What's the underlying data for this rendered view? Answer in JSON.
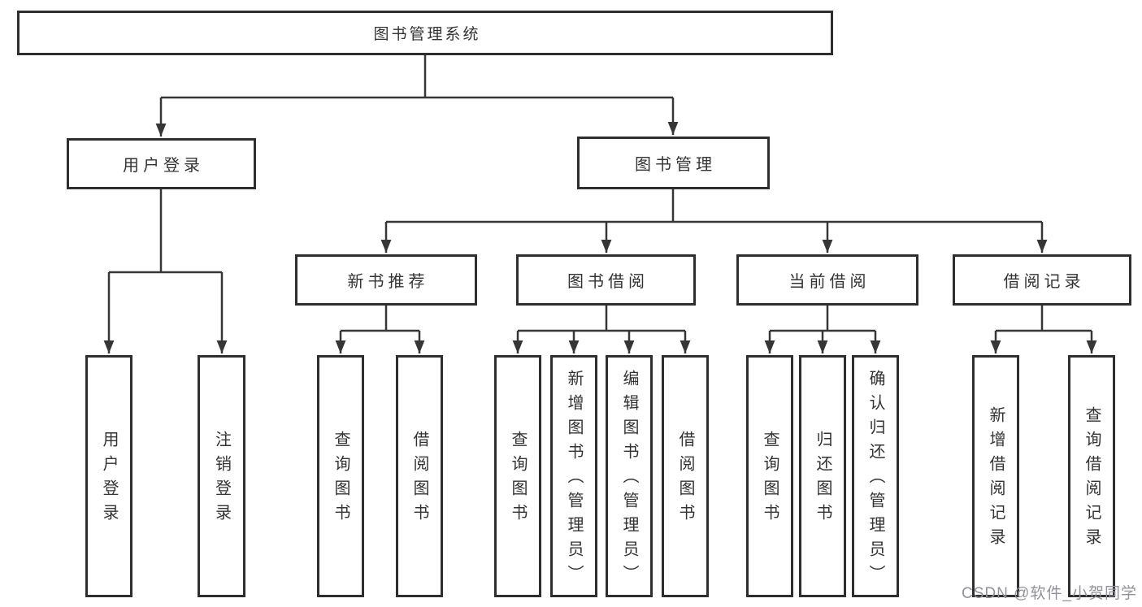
{
  "diagram_title": "图书管理系统",
  "watermark": "CSDN @软件_小贺同学",
  "colors": {
    "line": "#363636",
    "box_border": "#2e2e2e",
    "text": "#333333",
    "watermark_text": "#92929b",
    "background": "#ffffff"
  },
  "tree": {
    "root": {
      "label": "图书管理系统",
      "children": [
        {
          "label": "用户登录",
          "children": [
            {
              "label": "用户登录"
            },
            {
              "label": "注销登录"
            }
          ]
        },
        {
          "label": "图书管理",
          "children": [
            {
              "label": "新书推荐",
              "children": [
                {
                  "label": "查询图书"
                },
                {
                  "label": "借阅图书"
                }
              ]
            },
            {
              "label": "图书借阅",
              "children": [
                {
                  "label": "查询图书"
                },
                {
                  "label": "新增图书（管理员）"
                },
                {
                  "label": "编辑图书（管理员）"
                },
                {
                  "label": "借阅图书"
                }
              ]
            },
            {
              "label": "当前借阅",
              "children": [
                {
                  "label": "查询图书"
                },
                {
                  "label": "归还图书"
                },
                {
                  "label": "确认归还（管理员）"
                }
              ]
            },
            {
              "label": "借阅记录",
              "children": [
                {
                  "label": "新增借阅记录"
                },
                {
                  "label": "查询借阅记录"
                }
              ]
            }
          ]
        }
      ]
    }
  }
}
